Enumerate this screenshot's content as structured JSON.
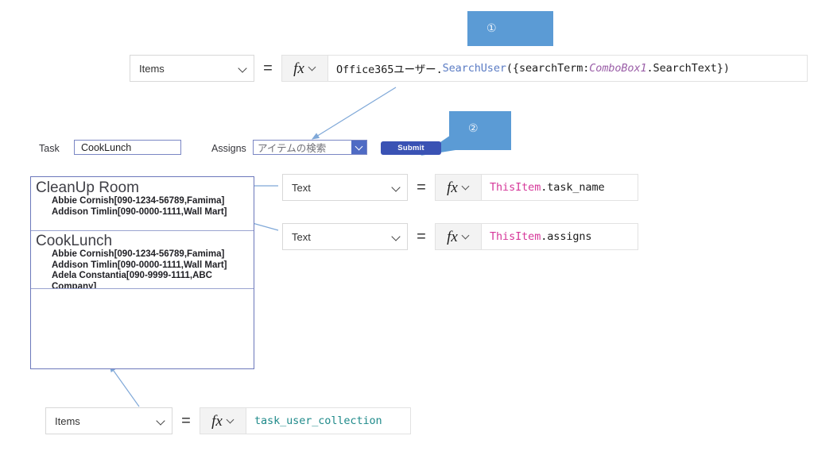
{
  "formula_bars": [
    {
      "id": "items-searchuser",
      "property": "Items",
      "equals": "=",
      "fx": "fx",
      "formula_plain": "Office365ユーザー.SearchUser({searchTerm:ComboBox1.SearchText})",
      "tokens": [
        {
          "text": "Office365ユーザー.",
          "type": "plain"
        },
        {
          "text": "SearchUser",
          "type": "function"
        },
        {
          "text": "({searchTerm:",
          "type": "plain"
        },
        {
          "text": "ComboBox1",
          "type": "control"
        },
        {
          "text": ".SearchText})",
          "type": "plain"
        }
      ]
    },
    {
      "id": "text-task-name",
      "property": "Text",
      "equals": "=",
      "fx": "fx",
      "formula_plain": "ThisItem.task_name",
      "tokens": [
        {
          "text": "ThisItem",
          "type": "thisitem"
        },
        {
          "text": ".task_name",
          "type": "plain"
        }
      ]
    },
    {
      "id": "text-assigns",
      "property": "Text",
      "equals": "=",
      "fx": "fx",
      "formula_plain": "ThisItem.assigns",
      "tokens": [
        {
          "text": "ThisItem",
          "type": "thisitem"
        },
        {
          "text": ".assigns",
          "type": "plain"
        }
      ]
    },
    {
      "id": "items-collection",
      "property": "Items",
      "equals": "=",
      "fx": "fx",
      "formula_plain": "task_user_collection",
      "tokens": [
        {
          "text": "task_user_collection",
          "type": "collection"
        }
      ]
    }
  ],
  "form": {
    "task_label": "Task",
    "task_value": "CookLunch",
    "assigns_label": "Assigns",
    "assigns_placeholder": "アイテムの検索",
    "submit_label": "Submit"
  },
  "gallery": {
    "rows": [
      {
        "title": "CleanUp Room",
        "lines": [
          "Abbie Cornish[090-1234-56789,Famima]",
          "Addison Timlin[090-0000-1111,Wall Mart]"
        ]
      },
      {
        "title": "CookLunch",
        "lines": [
          "Abbie Cornish[090-1234-56789,Famima]",
          "Addison Timlin[090-0000-1111,Wall Mart]",
          "Adela Constantia[090-9999-1111,ABC",
          "Company]"
        ]
      }
    ]
  },
  "callouts": [
    {
      "id": "callout-1",
      "label": "①"
    },
    {
      "id": "callout-2",
      "label": "②"
    }
  ],
  "colors": {
    "callout_blue": "#5b9bd5",
    "submit_blue": "#3a52b4",
    "control_border": "#7a86c4",
    "function_token": "#5b7cc4",
    "control_token": "#9b5fa8",
    "thisitem_token": "#d6389a",
    "collection_token": "#1f8a8a",
    "connector_line": "#7fa8d8"
  }
}
